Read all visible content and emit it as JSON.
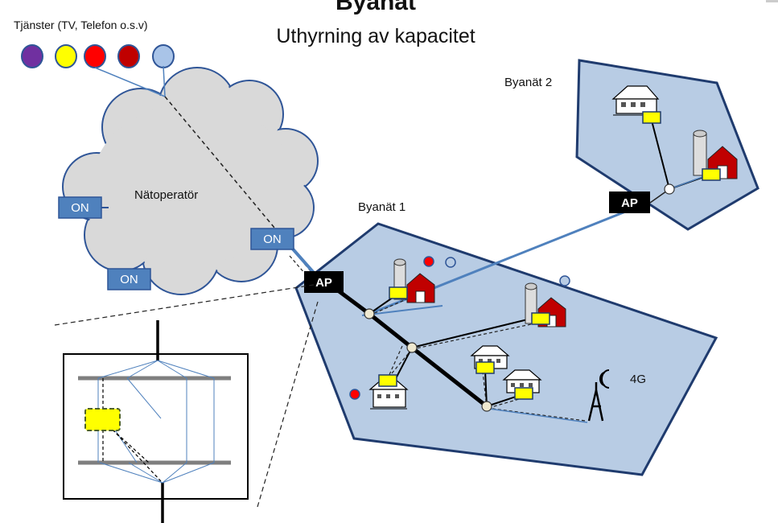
{
  "header": {
    "title": "Byanät",
    "subtitle": "Uthyrning av kapacitet"
  },
  "services": {
    "label": "Tjänster (TV, Telefon o.s.v)",
    "dot_colors": [
      "#7030a0",
      "#ffff00",
      "#ff0000",
      "#c00000",
      "#a9c4e8"
    ]
  },
  "cloud": {
    "label": "Nätoperatör"
  },
  "operator_nodes": [
    "ON",
    "ON",
    "ON"
  ],
  "access_points": [
    "AP",
    "AP"
  ],
  "networks": {
    "net1_label": "Byanät 1",
    "net2_label": "Byanät 2",
    "mobile_label": "4G"
  },
  "colors": {
    "region_fill": "#b8cce4",
    "region_stroke": "#1f3b6e",
    "node_fill": "#4f81bd",
    "node_stroke": "#2f5597",
    "cloud_fill": "#d9d9d9",
    "cloud_stroke": "#2f5597",
    "link_blue": "#4f81bd",
    "equipment_yellow": "#ffff00"
  }
}
